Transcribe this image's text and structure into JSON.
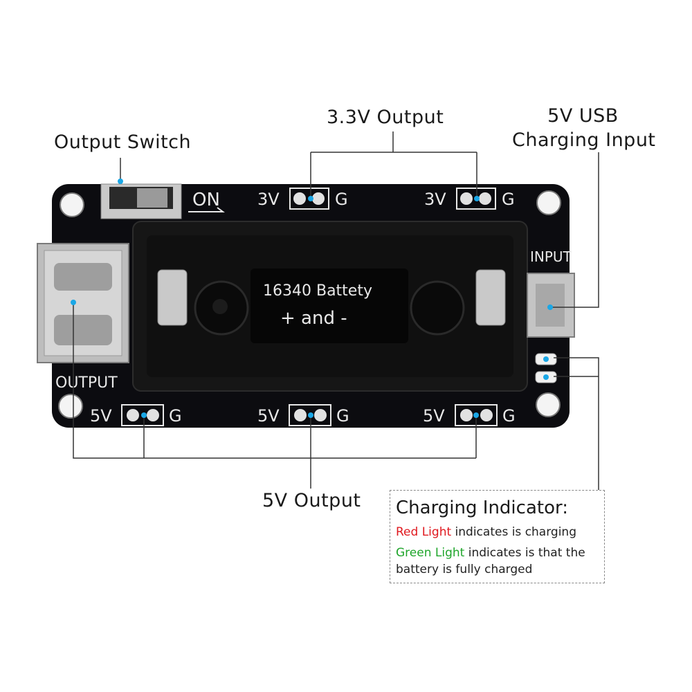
{
  "callouts": {
    "output_switch": "Output Switch",
    "v33_output": "3.3V Output",
    "usb_input_line1": "5V USB",
    "usb_input_line2": "Charging Input",
    "v5_output": "5V Output"
  },
  "board": {
    "on_label": "ON",
    "pin_3v": "3V",
    "pin_g": "G",
    "pin_5v": "5V",
    "input_label": "INPUT",
    "output_label": "OUTPUT",
    "battery_line1": "16340 Battety",
    "battery_line2": "+ and -"
  },
  "indicator": {
    "title": "Charging Indicator:",
    "red_label": "Red Light",
    "red_text": " indicates is charging",
    "green_label": "Green Light",
    "green_text": " indicates is that the battery is fully charged",
    "red_color": "#e0191f",
    "green_color": "#1fa52b"
  },
  "colors": {
    "pcb": "#0c0c10",
    "holder": "#161616",
    "marker": "#1aa7e6",
    "leader": "#333333"
  }
}
